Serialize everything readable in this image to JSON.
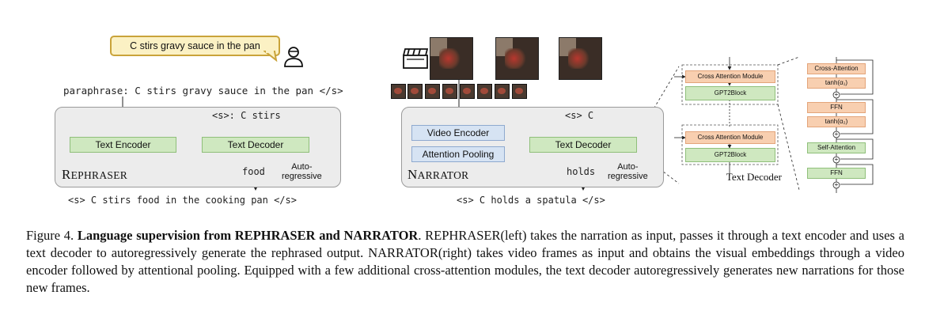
{
  "bubble": {
    "text": "C stirs gravy sauce in the pan"
  },
  "rephraser": {
    "input": "paraphrase: C stirs gravy sauce in the pan </s>",
    "decoder_prefix": "<s>: C stirs",
    "encoder_label": "Text Encoder",
    "decoder_label": "Text Decoder",
    "token": "food",
    "auto_label": "Auto-\nregressive",
    "name_big": "R",
    "name_rest": "EPHRASER",
    "output": "<s> C stirs food in the cooking pan </s>"
  },
  "narrator": {
    "decoder_prefix": "<s> C",
    "video_encoder": "Video Encoder",
    "attention_pooling": "Attention Pooling",
    "decoder_label": "Text Decoder",
    "token": "holds",
    "auto_label": "Auto-\nregressive",
    "name_big": "N",
    "name_rest": "ARRATOR",
    "output": "<s> C holds a spatula </s>"
  },
  "text_decoder_detail": {
    "cross_attention_module": "Cross Attention Module",
    "gpt2block": "GPT2Block",
    "title": "Text Decoder"
  },
  "cross_attention_detail": {
    "cross_attention": "Cross-Attention",
    "tanh1": "tanh(α₁)",
    "ffn": "FFN",
    "tanh2": "tanh(α₂)",
    "self_attention": "Self-Attention",
    "ffn2": "FFN",
    "plus": "+"
  },
  "caption": {
    "label": "Figure 4.",
    "bold": "Language supervision from REPHRASER and NARRATOR",
    "rest": ". REPHRASER(left) takes the narration as input, passes it through a text encoder and uses a text decoder to autoregressively generate the rephrased output. NARRATOR(right) takes video frames as input and obtains the visual embeddings through a video encoder followed by attentional pooling. Equipped with a few additional cross-attention modules, the text decoder autoregressively generates new narrations for those new frames."
  },
  "icons": [
    "person-icon",
    "clapperboard-icon"
  ],
  "colors": {
    "green_box": "#cfe8c0",
    "blue_box": "#d6e3f3",
    "orange_box": "#f8cfb0",
    "bubble": "#fbf1c4",
    "panel": "#ececec"
  }
}
